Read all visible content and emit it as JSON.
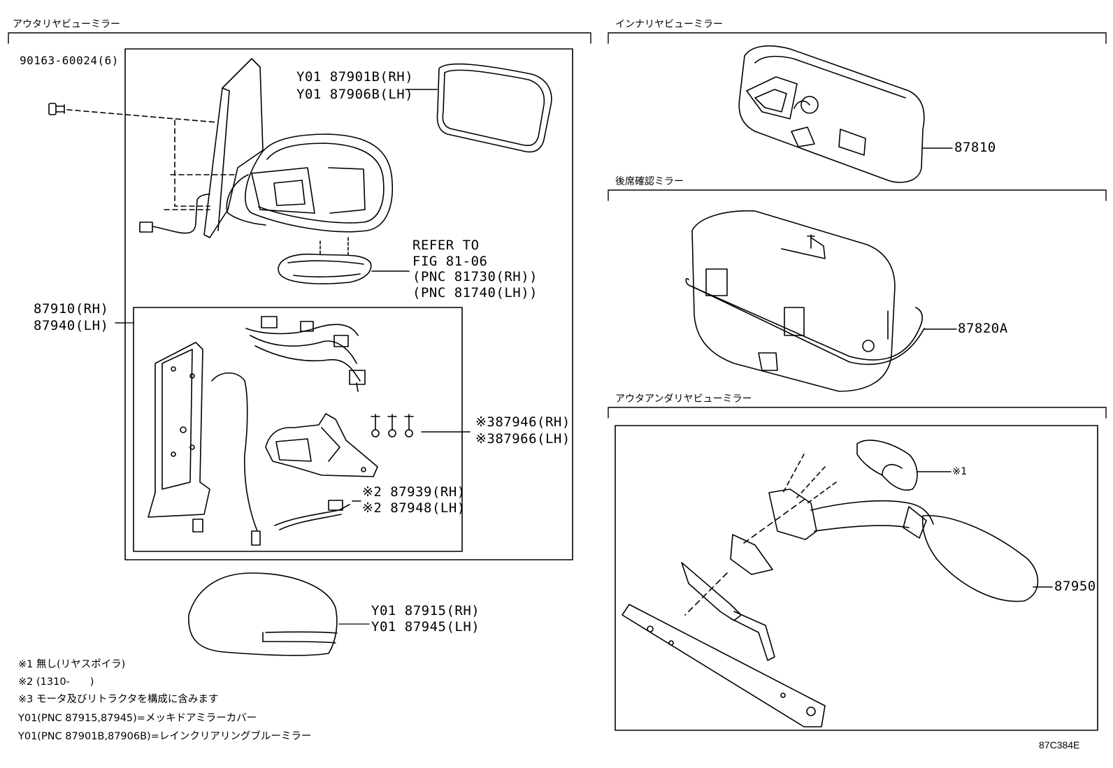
{
  "sections": {
    "outer_rear_view_mirror": "アウタリヤビューミラー",
    "inner_rear_view_mirror": "インナリヤビューミラー",
    "rear_seat_check_mirror": "後席確認ミラー",
    "outer_under_rear_view_mirror": "アウタアンダリヤビューミラー"
  },
  "labels": {
    "bolt": "90163-60024(6)",
    "mirror_glass_rh": "Y01 87901B(RH)",
    "mirror_glass_lh": "Y01 87906B(LH)",
    "refer_1": "REFER TO",
    "refer_2": "FIG 81-06",
    "refer_3": "(PNC 81730(RH))",
    "refer_4": "(PNC 81740(LH))",
    "assy_rh": "87910(RH)",
    "assy_lh": "87940(LH)",
    "motor_rh": "※387946(RH)",
    "motor_lh": "※387966(LH)",
    "harness_rh": "※2 87939(RH)",
    "harness_lh": "※2 87948(LH)",
    "cover_rh": "Y01 87915(RH)",
    "cover_lh": "Y01 87945(LH)",
    "inner_mirror": "87810",
    "rear_seat_mirror": "87820A",
    "under_mirror_note": "※1",
    "under_mirror": "87950"
  },
  "notes": [
    "※1 無し(リヤスポイラ)",
    "※2 (1310-　　)",
    "※3 モータ及びリトラクタを構成に含みます",
    "Y01(PNC 87915,87945)=メッキドアミラーカバー",
    "Y01(PNC 87901B,87906B)=レインクリアリングブルーミラー"
  ],
  "figure_id": "87C384E"
}
